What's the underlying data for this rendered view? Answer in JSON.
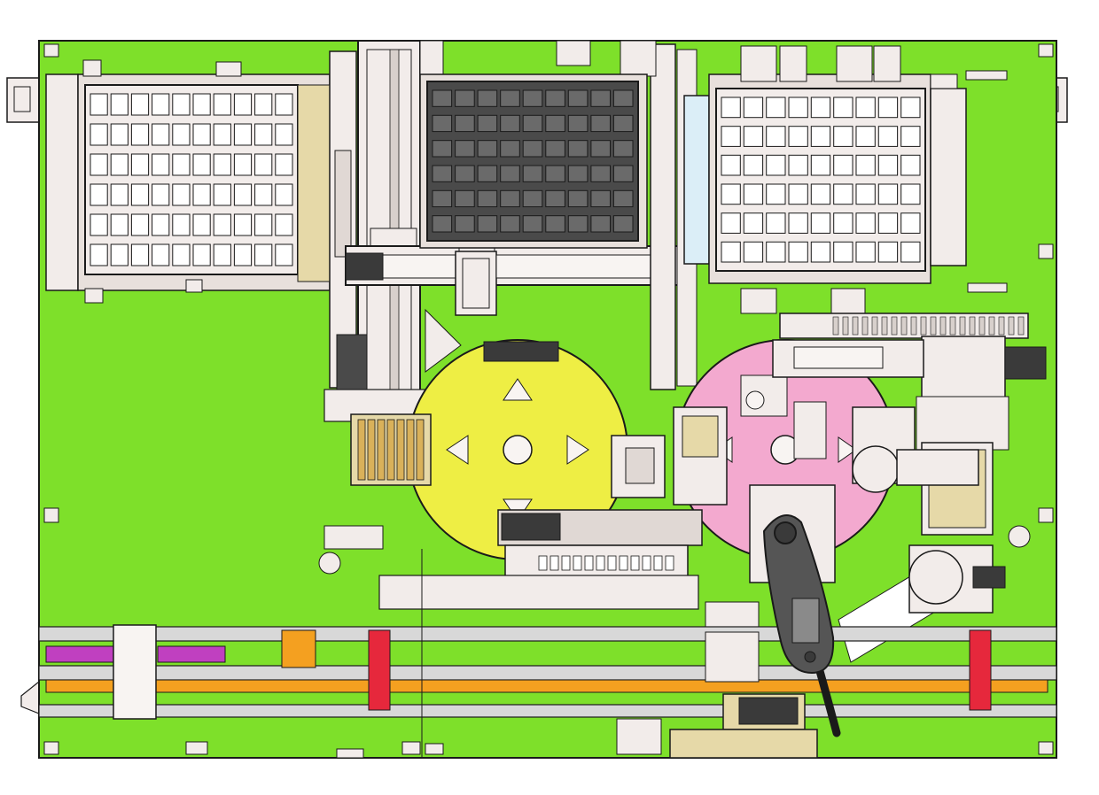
{
  "colors": {
    "background": "#ffffff",
    "base_plate": "#7ee02a",
    "outline": "#1a1a1a",
    "part_light": "#f2ecea",
    "part_grey": "#bdbdbd",
    "part_dark": "#5a5a5a",
    "tray_dark": "#4a4a4a",
    "yellow_turntable": "#eeee44",
    "pink_turntable": "#f3a9cf",
    "orange_accent": "#f4a020",
    "red_accent": "#e6283c",
    "purple_accent": "#c040c0",
    "light_blue": "#dbeef7",
    "pendant": "#555555"
  },
  "components": {
    "base_plate": "base-plate",
    "left_tray": "left-tray-magazine",
    "center_tray": "center-tray-magazine",
    "right_tray": "right-tray-magazine",
    "gantry": "xy-gantry",
    "yellow_turntable": "yellow-rotary-table",
    "pink_turntable": "pink-rotary-table",
    "conveyor": "bottom-conveyor",
    "teach_pendant": "teach-pendant"
  },
  "tray_grid": {
    "left": {
      "rows": 6,
      "cols": 10
    },
    "center": {
      "rows": 6,
      "cols": 9
    },
    "right": {
      "rows": 6,
      "cols": 9
    }
  }
}
